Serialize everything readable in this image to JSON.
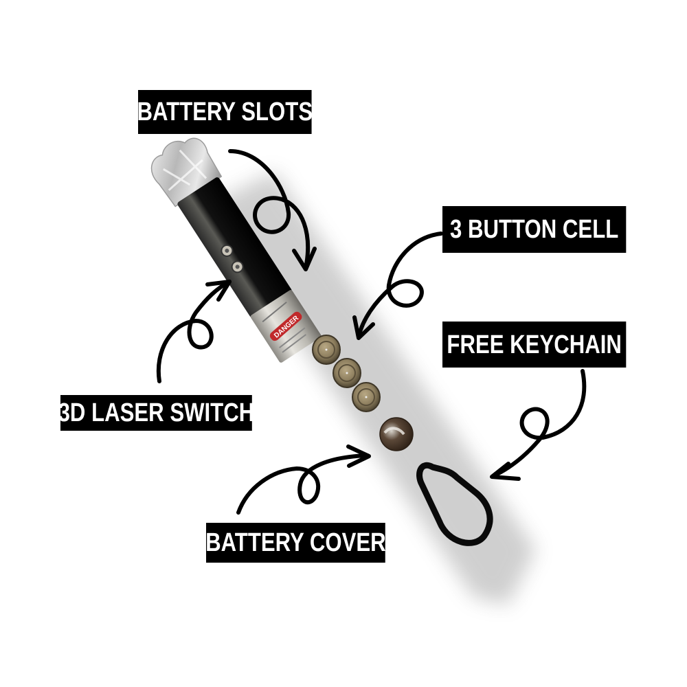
{
  "infographic": {
    "product": "laser pointer keychain exploded view",
    "labels": {
      "battery_slots": "BATTERY SLOTS",
      "button_cell": "3 BUTTON CELL",
      "free_keychain": "FREE KEYCHAIN",
      "laser_switch": "3D LASER SWITCH",
      "battery_cover": "BATTERY COVER"
    },
    "warning_sticker": "DANGER",
    "colors": {
      "label_bg": "#000000",
      "label_text": "#ffffff",
      "pointer_body": "#111111",
      "metal_band": "#c8c6bf",
      "battery": "#9c8d6c",
      "danger_red": "#c0282a"
    },
    "battery_count": 3
  }
}
